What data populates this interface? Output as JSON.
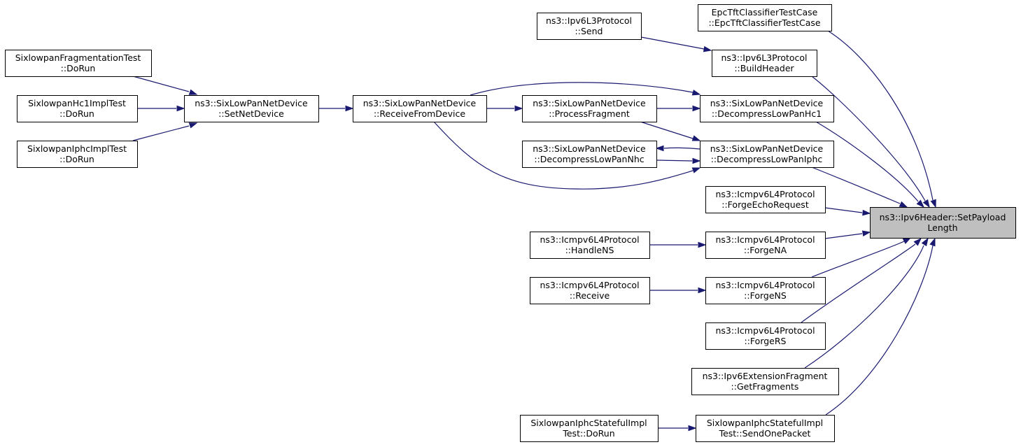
{
  "colors": {
    "edge": "#191970",
    "node_border": "#000000",
    "node_fill": "#ffffff",
    "focus_fill": "#bfbfbf"
  },
  "nodes": [
    {
      "id": "setpayload",
      "lines": [
        "ns3::Ipv6Header::SetPayload",
        "Length"
      ],
      "focus": true
    },
    {
      "id": "epctft",
      "lines": [
        "EpcTftClassifierTestCase",
        "::EpcTftClassifierTestCase"
      ]
    },
    {
      "id": "l3send",
      "lines": [
        "ns3::Ipv6L3Protocol",
        "::Send"
      ]
    },
    {
      "id": "buildheader",
      "lines": [
        "ns3::Ipv6L3Protocol",
        "::BuildHeader"
      ]
    },
    {
      "id": "fragtest",
      "lines": [
        "SixlowpanFragmentationTest",
        "::DoRun"
      ]
    },
    {
      "id": "hc1test",
      "lines": [
        "SixlowpanHc1ImplTest",
        "::DoRun"
      ]
    },
    {
      "id": "iphctest",
      "lines": [
        "SixlowpanIphcImplTest",
        "::DoRun"
      ]
    },
    {
      "id": "setnetdevice",
      "lines": [
        "ns3::SixLowPanNetDevice",
        "::SetNetDevice"
      ]
    },
    {
      "id": "receivefrom",
      "lines": [
        "ns3::SixLowPanNetDevice",
        "::ReceiveFromDevice"
      ]
    },
    {
      "id": "processfrag",
      "lines": [
        "ns3::SixLowPanNetDevice",
        "::ProcessFragment"
      ]
    },
    {
      "id": "dechc1",
      "lines": [
        "ns3::SixLowPanNetDevice",
        "::DecompressLowPanHc1"
      ]
    },
    {
      "id": "decnhc",
      "lines": [
        "ns3::SixLowPanNetDevice",
        "::DecompressLowPanNhc"
      ]
    },
    {
      "id": "deciphc",
      "lines": [
        "ns3::SixLowPanNetDevice",
        "::DecompressLowPanIphc"
      ]
    },
    {
      "id": "forgeecho",
      "lines": [
        "ns3::Icmpv6L4Protocol",
        "::ForgeEchoRequest"
      ]
    },
    {
      "id": "handlens",
      "lines": [
        "ns3::Icmpv6L4Protocol",
        "::HandleNS"
      ]
    },
    {
      "id": "forgena",
      "lines": [
        "ns3::Icmpv6L4Protocol",
        "::ForgeNA"
      ]
    },
    {
      "id": "receive",
      "lines": [
        "ns3::Icmpv6L4Protocol",
        "::Receive"
      ]
    },
    {
      "id": "forgens",
      "lines": [
        "ns3::Icmpv6L4Protocol",
        "::ForgeNS"
      ]
    },
    {
      "id": "forgers",
      "lines": [
        "ns3::Icmpv6L4Protocol",
        "::ForgeRS"
      ]
    },
    {
      "id": "getfrags",
      "lines": [
        "ns3::Ipv6ExtensionFragment",
        "::GetFragments"
      ]
    },
    {
      "id": "statefuldorun",
      "lines": [
        "SixlowpanIphcStatefulImpl",
        "Test::DoRun"
      ]
    },
    {
      "id": "sendonepacket",
      "lines": [
        "SixlowpanIphcStatefulImpl",
        "Test::SendOnePacket"
      ]
    }
  ],
  "edges": [
    {
      "from": "epctft",
      "to": "setpayload"
    },
    {
      "from": "buildheader",
      "to": "setpayload"
    },
    {
      "from": "l3send",
      "to": "buildheader"
    },
    {
      "from": "dechc1",
      "to": "setpayload"
    },
    {
      "from": "deciphc",
      "to": "setpayload"
    },
    {
      "from": "forgeecho",
      "to": "setpayload"
    },
    {
      "from": "forgena",
      "to": "setpayload"
    },
    {
      "from": "forgens",
      "to": "setpayload"
    },
    {
      "from": "forgers",
      "to": "setpayload"
    },
    {
      "from": "getfrags",
      "to": "setpayload"
    },
    {
      "from": "sendonepacket",
      "to": "setpayload"
    },
    {
      "from": "handlens",
      "to": "forgena"
    },
    {
      "from": "receive",
      "to": "forgens"
    },
    {
      "from": "statefuldorun",
      "to": "sendonepacket"
    },
    {
      "from": "processfrag",
      "to": "dechc1"
    },
    {
      "from": "processfrag",
      "to": "deciphc"
    },
    {
      "from": "receivefrom",
      "to": "processfrag"
    },
    {
      "from": "receivefrom",
      "to": "dechc1"
    },
    {
      "from": "receivefrom",
      "to": "deciphc"
    },
    {
      "from": "decnhc",
      "to": "deciphc"
    },
    {
      "from": "deciphc",
      "to": "decnhc"
    },
    {
      "from": "setnetdevice",
      "to": "receivefrom"
    },
    {
      "from": "fragtest",
      "to": "setnetdevice"
    },
    {
      "from": "hc1test",
      "to": "setnetdevice"
    },
    {
      "from": "iphctest",
      "to": "setnetdevice"
    }
  ]
}
